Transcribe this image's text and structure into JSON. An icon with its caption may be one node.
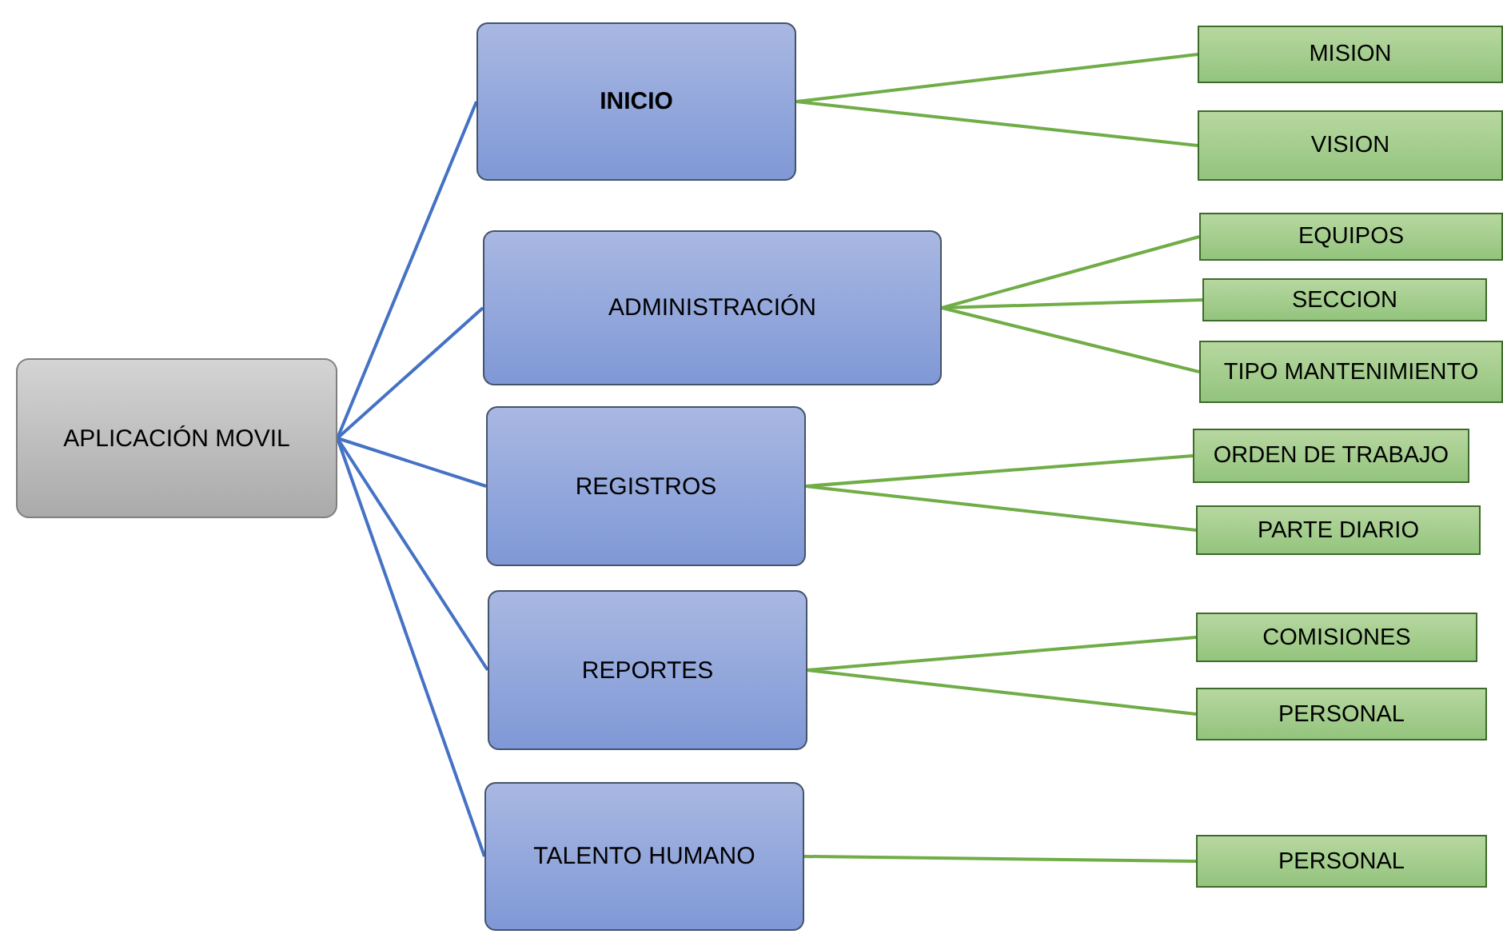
{
  "diagram": {
    "nodes": [
      {
        "text": [
          "APLICACIÓN MOVIL"
        ]
      },
      {
        "text": [
          "INICIO"
        ]
      },
      {
        "text": [
          "ADMINISTRACIÓN"
        ]
      },
      {
        "text": [
          "REGISTROS"
        ]
      },
      {
        "text": [
          "REPORTES"
        ]
      },
      {
        "text": [
          "TALENTO HUMANO"
        ]
      },
      {
        "text": [
          "MISION"
        ]
      },
      {
        "text": [
          "VISION"
        ]
      },
      {
        "text": [
          "EQUIPOS"
        ]
      },
      {
        "text": [
          "SECCION"
        ]
      },
      {
        "text": [
          "TIPO MANTENIMIENTO"
        ]
      },
      {
        "text": [
          "ORDEN DE TRABAJO"
        ]
      },
      {
        "text": [
          "PARTE DIARIO"
        ]
      },
      {
        "text": [
          "COMISIONES"
        ]
      },
      {
        "text": [
          "PERSONAL"
        ]
      },
      {
        "text": [
          "PERSONAL"
        ]
      }
    ],
    "edges": [
      {
        "from": 0,
        "to": 1,
        "arrow": "none",
        "color": "#4472c4"
      },
      {
        "from": 0,
        "to": 2,
        "arrow": "none",
        "color": "#4472c4"
      },
      {
        "from": 0,
        "to": 3,
        "arrow": "none",
        "color": "#4472c4"
      },
      {
        "from": 0,
        "to": 4,
        "arrow": "none",
        "color": "#4472c4"
      },
      {
        "from": 0,
        "to": 5,
        "arrow": "none",
        "color": "#4472c4"
      },
      {
        "from": 1,
        "to": 6,
        "arrow": "none"
      },
      {
        "from": 1,
        "to": 7,
        "arrow": "none"
      },
      {
        "from": 2,
        "to": 8,
        "arrow": "none"
      },
      {
        "from": 2,
        "to": 9,
        "arrow": "none"
      },
      {
        "from": 2,
        "to": 10,
        "arrow": "none"
      },
      {
        "from": 3,
        "to": 11,
        "arrow": "none"
      },
      {
        "from": 3,
        "to": 12,
        "arrow": "none"
      },
      {
        "from": 4,
        "to": 13,
        "arrow": "none"
      },
      {
        "from": 4,
        "to": 14,
        "arrow": "none"
      },
      {
        "from": 5,
        "to": 15,
        "arrow": "none"
      }
    ]
  }
}
